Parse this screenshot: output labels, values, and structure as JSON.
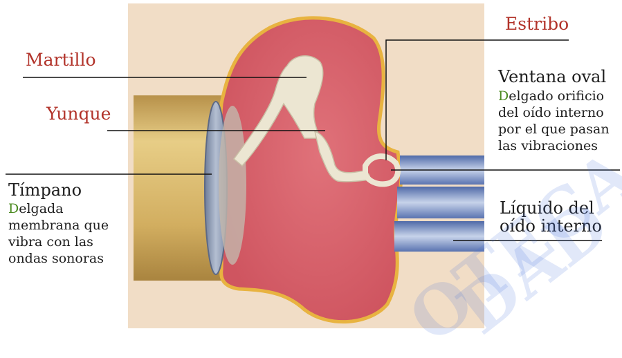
{
  "labels": {
    "martillo": "Martillo",
    "yunque": "Yunque",
    "estribo": "Estribo",
    "timpano_title": "Tímpano",
    "timpano_desc": "Delgada\nmembrana que\nvibra con las\nondas sonoras",
    "ventana_title": "Ventana oval",
    "ventana_desc": "Delgado orificio\ndel oído interno\npor el que pasan\nlas vibraciones",
    "liquido_title": "Líquido del\noído interno"
  },
  "watermark": {
    "line1": "OTECA",
    "line2": "DAD"
  },
  "colors": {
    "background_panel": "#f1ddc6",
    "ear_canal": "#d8b86a",
    "eardrum": "#8e9cb5",
    "middle_ear": "#d9656f",
    "middle_ear_border": "#e8b340",
    "ossicles": "#ece6d2",
    "inner_ear_fluid": "#6f86bd",
    "label_red": "#b2332a",
    "desc_green": "#4a8a1f"
  }
}
